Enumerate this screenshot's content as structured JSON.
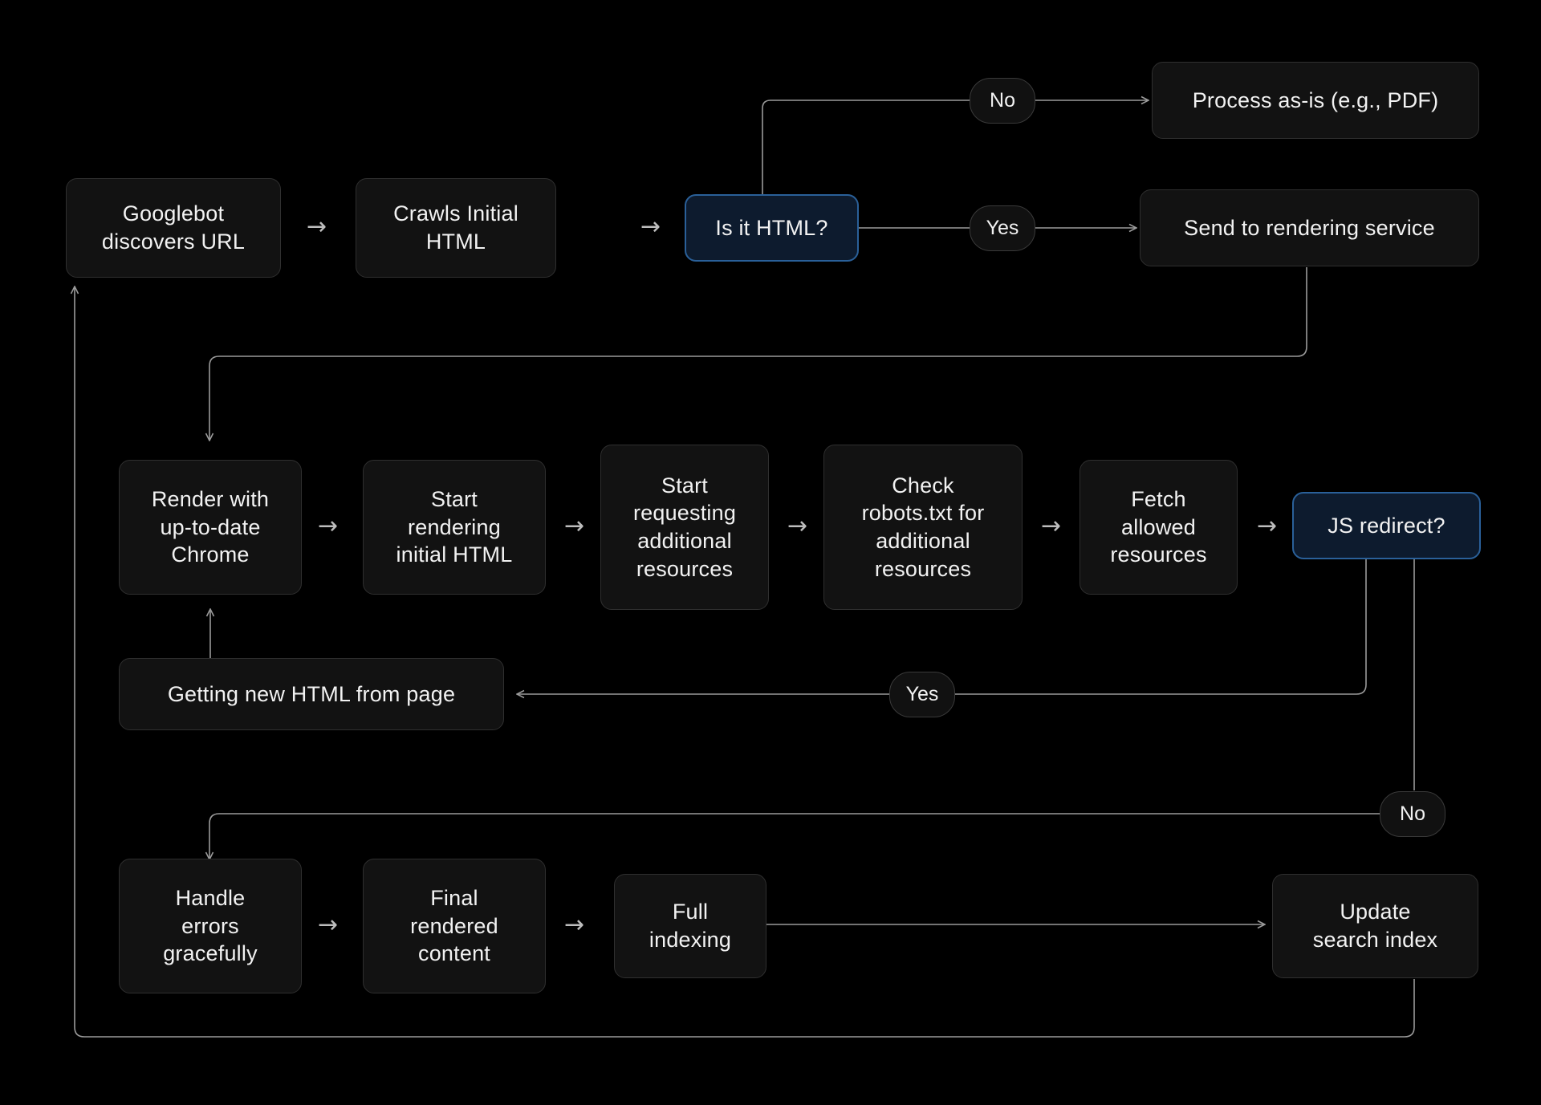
{
  "diagram": {
    "title": "Googlebot crawling and rendering flow",
    "background_color": "#000000",
    "node_fill": "#121212",
    "node_border": "#2f2f2f",
    "decision_fill": "#0d1b2e",
    "decision_border": "#2a6099",
    "text_color": "#f2f2f2",
    "edge_color": "#9a9a9a"
  },
  "nodes": {
    "googlebot_discovers_url": "Googlebot\ndiscovers URL",
    "crawls_initial_html": "Crawls Initial\nHTML",
    "is_it_html": "Is it HTML?",
    "process_as_is": "Process as-is (e.g., PDF)",
    "send_to_rendering_service": "Send to rendering service",
    "render_with_chrome": "Render with\nup-to-date\nChrome",
    "start_rendering_initial_html": "Start\nrendering\ninitial HTML",
    "start_requesting_additional_resources": "Start\nrequesting\nadditional\nresources",
    "check_robots_txt": "Check\nrobots.txt for\nadditional\nresources",
    "fetch_allowed_resources": "Fetch\nallowed\nresources",
    "js_redirect": "JS redirect?",
    "getting_new_html": "Getting new HTML from page",
    "handle_errors_gracefully": "Handle\nerrors\ngracefully",
    "final_rendered_content": "Final\nrendered\ncontent",
    "full_indexing": "Full\nindexing",
    "update_search_index": "Update\nsearch index"
  },
  "edge_labels": {
    "html_no": "No",
    "html_yes": "Yes",
    "redirect_yes": "Yes",
    "redirect_no": "No"
  },
  "arrow_glyphs": {
    "googlebot_to_crawls": "→",
    "crawls_to_is_html": "→",
    "render_to_start_rendering": "→",
    "start_rendering_to_requesting": "→",
    "requesting_to_robots": "→",
    "robots_to_fetch": "→",
    "fetch_to_js_redirect": "→",
    "handle_to_final": "→",
    "final_to_full_indexing": "→"
  },
  "chart_data": {
    "type": "diagram",
    "flow": [
      {
        "from": "Googlebot discovers URL",
        "to": "Crawls Initial HTML",
        "label": ""
      },
      {
        "from": "Crawls Initial HTML",
        "to": "Is it HTML?",
        "label": ""
      },
      {
        "from": "Is it HTML?",
        "to": "Process as-is (e.g., PDF)",
        "label": "No"
      },
      {
        "from": "Is it HTML?",
        "to": "Send to rendering service",
        "label": "Yes"
      },
      {
        "from": "Send to rendering service",
        "to": "Render with up-to-date Chrome",
        "label": ""
      },
      {
        "from": "Render with up-to-date Chrome",
        "to": "Start rendering initial HTML",
        "label": ""
      },
      {
        "from": "Start rendering initial HTML",
        "to": "Start requesting additional resources",
        "label": ""
      },
      {
        "from": "Start requesting additional resources",
        "to": "Check robots.txt for additional resources",
        "label": ""
      },
      {
        "from": "Check robots.txt for additional resources",
        "to": "Fetch allowed resources",
        "label": ""
      },
      {
        "from": "Fetch allowed resources",
        "to": "JS redirect?",
        "label": ""
      },
      {
        "from": "JS redirect?",
        "to": "Getting new HTML from page",
        "label": "Yes"
      },
      {
        "from": "Getting new HTML from page",
        "to": "Render with up-to-date Chrome",
        "label": ""
      },
      {
        "from": "JS redirect?",
        "to": "Handle errors gracefully",
        "label": "No"
      },
      {
        "from": "Handle errors gracefully",
        "to": "Final rendered content",
        "label": ""
      },
      {
        "from": "Final rendered content",
        "to": "Full indexing",
        "label": ""
      },
      {
        "from": "Full indexing",
        "to": "Update search index",
        "label": ""
      },
      {
        "from": "Update search index",
        "to": "Googlebot discovers URL",
        "label": ""
      }
    ]
  }
}
